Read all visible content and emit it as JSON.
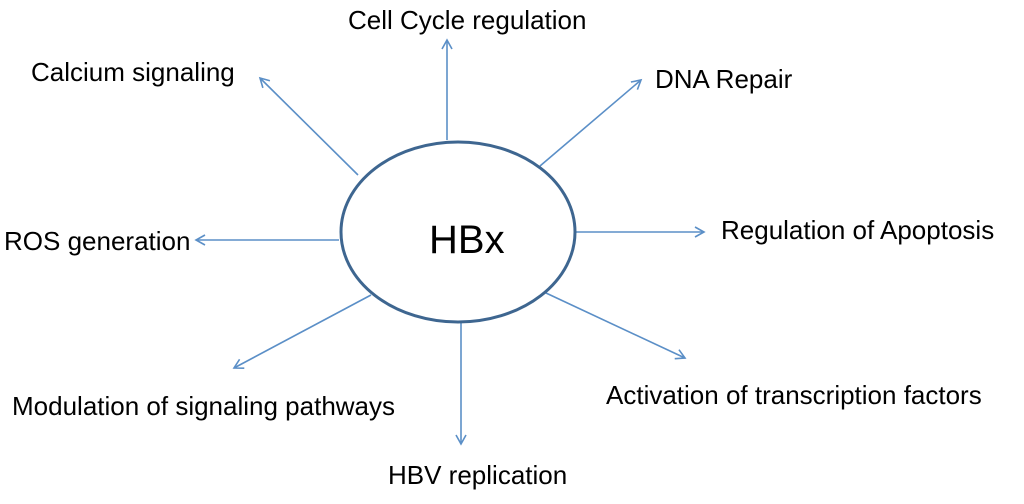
{
  "center": {
    "label": "HBx"
  },
  "nodes": [
    {
      "id": "cell-cycle",
      "label": "Cell Cycle regulation"
    },
    {
      "id": "dna-repair",
      "label": "DNA Repair"
    },
    {
      "id": "apoptosis",
      "label": "Regulation of Apoptosis"
    },
    {
      "id": "transcription",
      "label": "Activation of transcription factors"
    },
    {
      "id": "hbv-replication",
      "label": "HBV replication"
    },
    {
      "id": "signaling",
      "label": "Modulation of signaling pathways"
    },
    {
      "id": "ros",
      "label": "ROS generation"
    },
    {
      "id": "calcium",
      "label": "Calcium signaling"
    }
  ],
  "colors": {
    "ellipse_stroke": "#3E6690",
    "arrow": "#5B8FC7",
    "text": "#000000"
  }
}
